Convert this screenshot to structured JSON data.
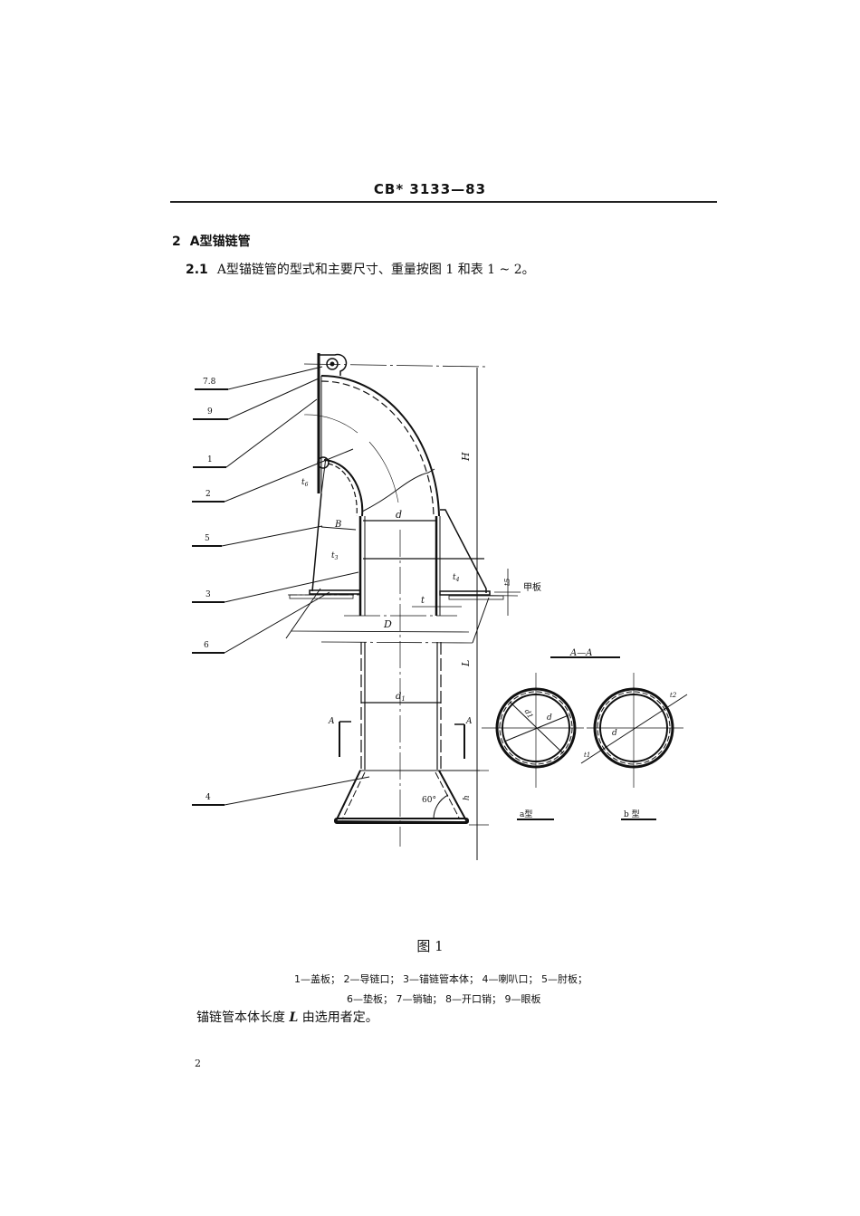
{
  "header": {
    "standard_code": "CB* 3133—83"
  },
  "section": {
    "number": "2",
    "title": "A型锚链管"
  },
  "clause": {
    "number": "2.1",
    "text": "A型锚链管的型式和主要尺寸、重量按图 1 和表 1 ~ 2。"
  },
  "figure": {
    "title": "图 1",
    "callouts": [
      "7.8",
      "9",
      "1",
      "2",
      "5",
      "3",
      "6",
      "4"
    ],
    "dimension_labels": {
      "H": "H",
      "L": "L",
      "h": "h",
      "d": "d",
      "d1": "d₁",
      "D": "D",
      "B": "B",
      "t": "t",
      "t3": "t₃",
      "t4": "t₄",
      "t5": "t₅",
      "t6": "t₆",
      "t1": "t₁",
      "t2": "t₂",
      "angle": "60°",
      "deck": "甲板",
      "section_mark": "A"
    },
    "section_view": {
      "title": "A—A",
      "type_a": "a型",
      "type_b": "b 型"
    },
    "legend": [
      "1—盖板； 2—导链口； 3—锚链管本体； 4—喇叭口； 5—肘板；",
      "6—垫板； 7—销轴； 8—开口销； 9—眼板"
    ]
  },
  "note": {
    "prefix": "锚链管本体长度",
    "var": "L",
    "suffix": "由选用者定。"
  },
  "footer": {
    "page_number": "2"
  }
}
